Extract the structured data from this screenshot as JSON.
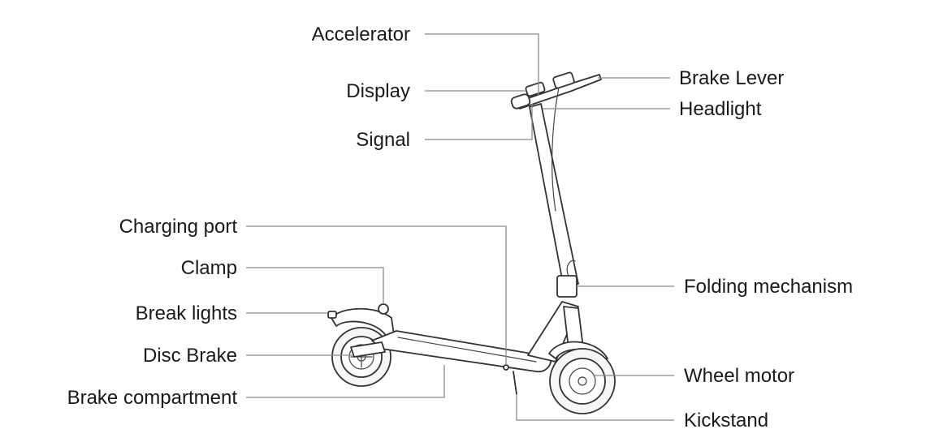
{
  "labels": {
    "accelerator": "Accelerator",
    "display": "Display",
    "signal": "Signal",
    "brake_lever": "Brake Lever",
    "headlight": "Headlight",
    "charging_port": "Charging port",
    "clamp": "Clamp",
    "break_lights": "Break lights",
    "disc_brake": "Disc Brake",
    "brake_compartment": "Brake compartment",
    "folding_mechanism": "Folding mechanism",
    "wheel_motor": "Wheel motor",
    "kickstand": "Kickstand"
  },
  "colors": {
    "text": "#1a1a1a",
    "leader": "#8a8a8a",
    "outline": "#333333"
  }
}
